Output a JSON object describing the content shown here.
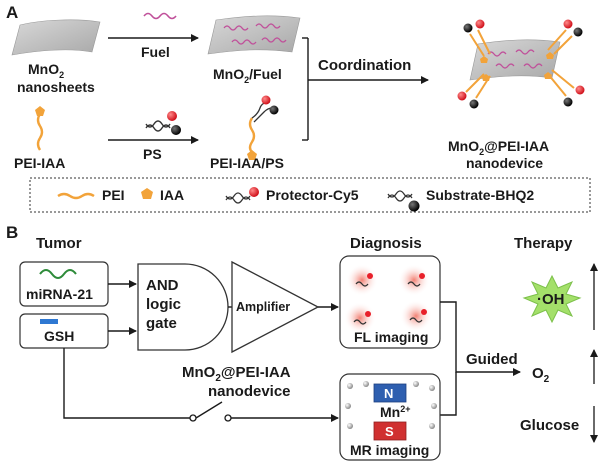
{
  "panel_a": {
    "letter": "A",
    "mno2": "MnO",
    "mno2_sub": "2",
    "nanosheets": "nanosheets",
    "fuel": "Fuel",
    "mno2fuel_pre": "MnO",
    "mno2fuel_sub": "2",
    "mno2fuel_post": "/Fuel",
    "coordination": "Coordination",
    "pei_iaa": "PEI-IAA",
    "ps": "PS",
    "pei_iaa_ps": "PEI-IAA/PS",
    "nanodevice_pre": "MnO",
    "nanodevice_sub": "2",
    "nanodevice_post": "@PEI-IAA",
    "nanodevice_line2": "nanodevice"
  },
  "legend": {
    "pei": "PEI",
    "iaa": "IAA",
    "protector": "Protector-Cy5",
    "substrate": "Substrate-BHQ2"
  },
  "panel_b": {
    "letter": "B",
    "tumor": "Tumor",
    "mirna": "miRNA-21",
    "gsh": "GSH",
    "and_l1": "AND",
    "and_l2": "logic",
    "and_l3": "gate",
    "amplifier": "Amplifier",
    "diagnosis": "Diagnosis",
    "fl_imaging": "FL imaging",
    "therapy": "Therapy",
    "oh": "·OH",
    "guided": "Guided",
    "o2": "O",
    "o2_sub": "2",
    "glucose": "Glucose",
    "device_pre": "MnO",
    "device_sub": "2",
    "device_post": "@PEI-IAA",
    "device_line2": "nanodevice",
    "magnet_n": "N",
    "magnet_s": "S",
    "mn": "Mn",
    "mn_sup": "2+",
    "mr_imaging": "MR imaging"
  },
  "colors": {
    "pei": "#f2a33a",
    "iaa": "#f2a33a",
    "cy5": "#e8202a",
    "bhq2": "#1a1a1a",
    "fuel": "#c0509a",
    "mirna": "#2e8b3a",
    "gsh": "#2e78d2",
    "oh_burst": "#a4e06a",
    "fl_glow": "#f08070",
    "magnet_n": "#2e5fb0",
    "magnet_s": "#d03030"
  }
}
